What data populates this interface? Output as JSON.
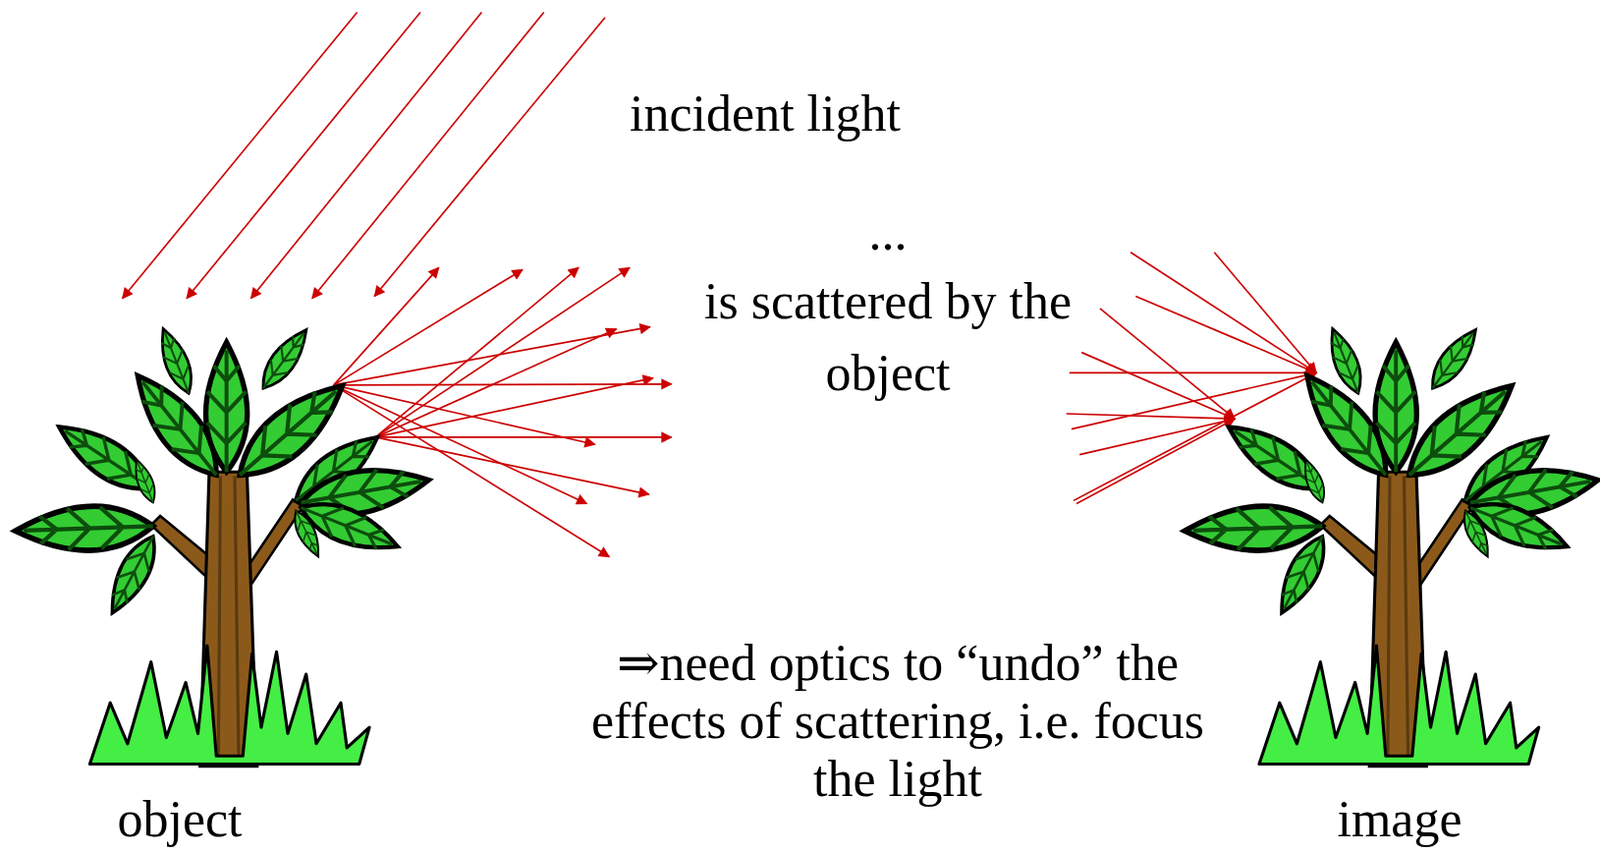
{
  "diagram": {
    "labels": [
      "incident light",
      "...",
      "is scattered by the object",
      "⇒need optics to “undo” the effects of scattering, i.e. focus the light",
      "object",
      "image"
    ]
  }
}
